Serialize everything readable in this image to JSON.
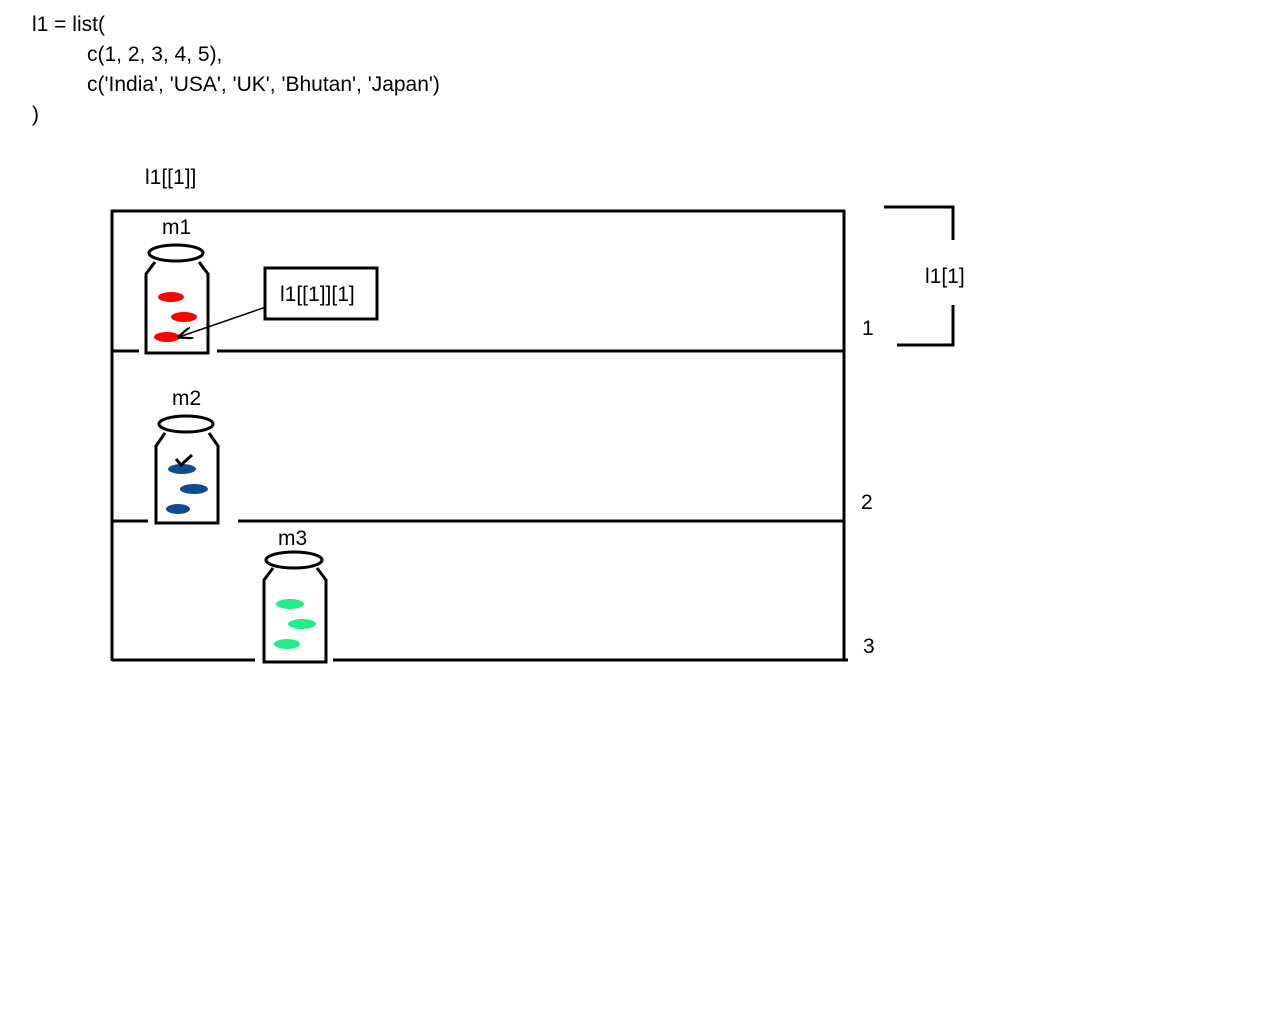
{
  "code": {
    "lines": [
      "l1 = list(",
      "c(1, 2, 3, 4, 5),",
      "c('India', 'USA', 'UK', 'Bhutan', 'Japan')",
      ")"
    ]
  },
  "diagram": {
    "outer_label": "l1[[1]]",
    "callout_label": "l1[[1]][1]",
    "bracket_label": "l1[1]",
    "jars": [
      {
        "label": "m1",
        "pill_color": "#ff0000"
      },
      {
        "label": "m2",
        "pill_color": "#0e4c8f"
      },
      {
        "label": "m3",
        "pill_color": "#22ee88"
      }
    ],
    "shelves": [
      {
        "number": "1"
      },
      {
        "number": "2"
      },
      {
        "number": "3"
      }
    ],
    "line_color": "#000000"
  }
}
